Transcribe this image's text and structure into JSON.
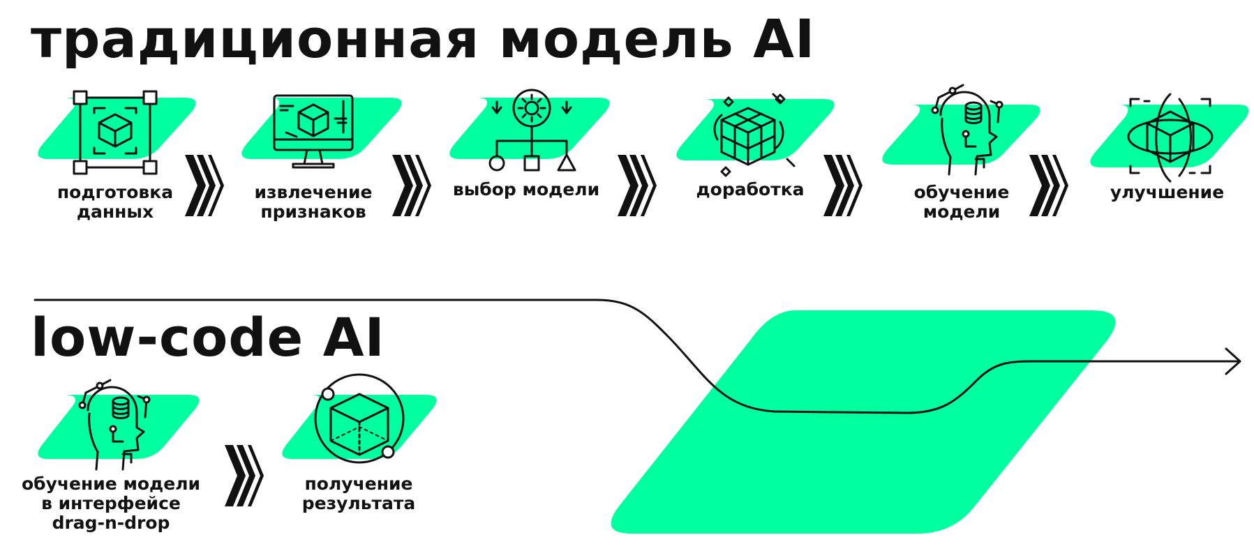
{
  "colors": {
    "accent": "#00ff9f",
    "ink": "#111111",
    "background": "#ffffff"
  },
  "traditional": {
    "title": "традиционная модель AI",
    "steps": [
      {
        "label": "подготовка\nданных",
        "icon": "data-preparation-icon"
      },
      {
        "label": "извлечение\nпризнаков",
        "icon": "feature-extraction-icon"
      },
      {
        "label": "выбор модели",
        "icon": "model-selection-icon"
      },
      {
        "label": "доработка",
        "icon": "refinement-icon"
      },
      {
        "label": "обучение\nмодели",
        "icon": "model-training-icon"
      },
      {
        "label": "улучшение",
        "icon": "improvement-icon"
      }
    ]
  },
  "lowcode": {
    "title": "low-code AI",
    "steps": [
      {
        "label": "обучение модели\nв интерфейсе\ndrag-n-drop",
        "icon": "model-training-icon"
      },
      {
        "label": "получение\nрезультата",
        "icon": "result-icon"
      }
    ]
  }
}
